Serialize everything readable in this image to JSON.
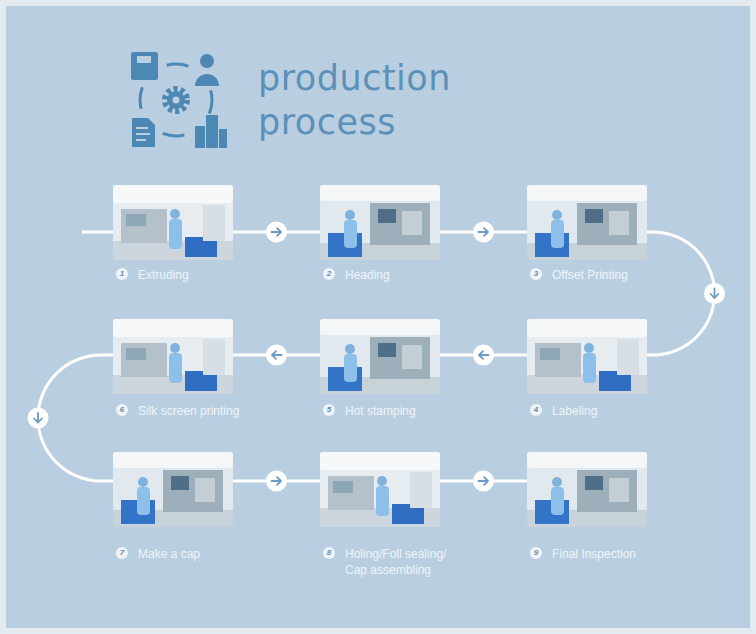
{
  "diagram": {
    "title": "production process",
    "nodes": [
      {
        "text": [
          "1",
          "Extruding"
        ]
      },
      {
        "text": [
          "2",
          "Heading"
        ]
      },
      {
        "text": [
          "3",
          "Offset Printing"
        ]
      },
      {
        "text": [
          "4",
          "Labeling"
        ]
      },
      {
        "text": [
          "5",
          "Hot stamping"
        ]
      },
      {
        "text": [
          "6",
          "Silk screen printing"
        ]
      },
      {
        "text": [
          "7",
          "Make a cap"
        ]
      },
      {
        "text": [
          "8",
          "Holing/Foll sealing/ Cap assembling"
        ]
      },
      {
        "text": [
          "9",
          "Final Inspection"
        ]
      }
    ],
    "edges": [
      {
        "from": 0,
        "to": 1,
        "arrow": "to"
      },
      {
        "from": 1,
        "to": 2,
        "arrow": "to"
      },
      {
        "from": 2,
        "to": 3,
        "arrow": "to"
      },
      {
        "from": 3,
        "to": 4,
        "arrow": "to"
      },
      {
        "from": 4,
        "to": 5,
        "arrow": "to"
      },
      {
        "from": 5,
        "to": 6,
        "arrow": "to"
      },
      {
        "from": 6,
        "to": 7,
        "arrow": "to"
      },
      {
        "from": 7,
        "to": 8,
        "arrow": "to"
      }
    ]
  }
}
